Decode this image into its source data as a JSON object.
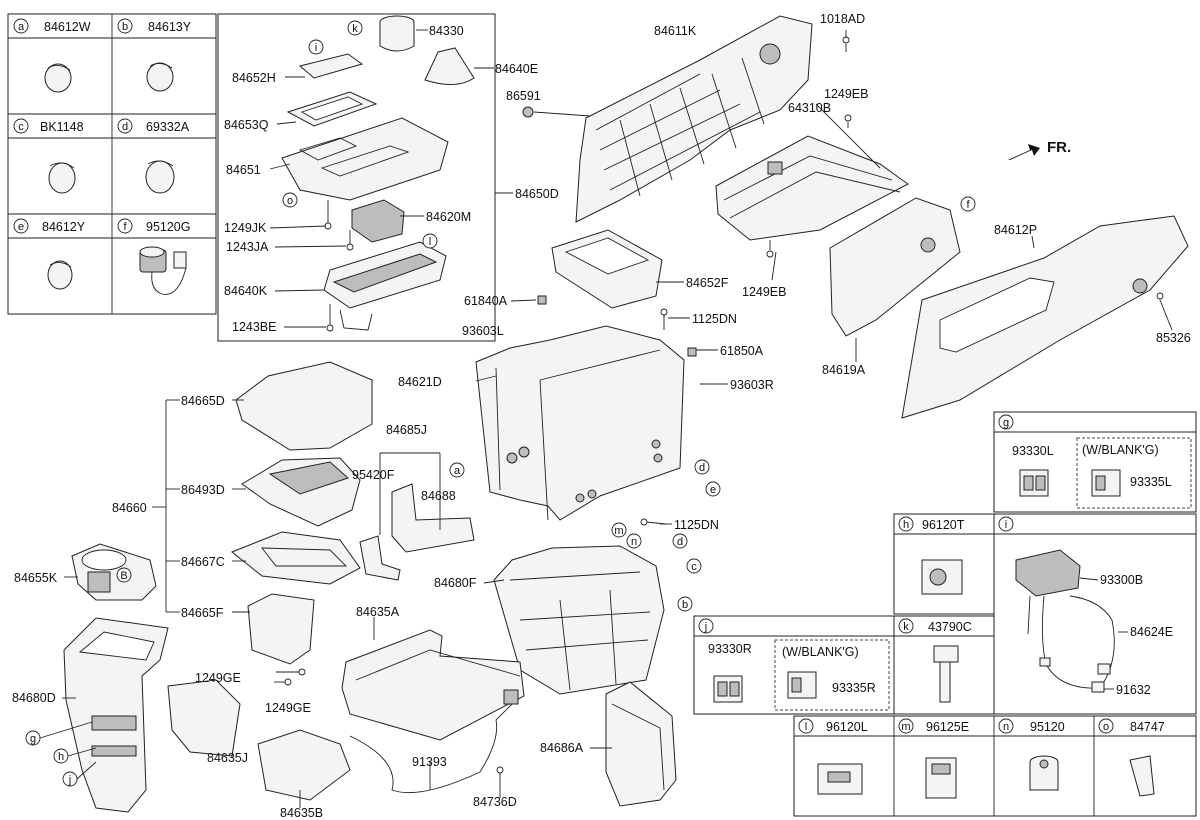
{
  "diagram": {
    "front_label": "FR.",
    "part_labels": {
      "p84330": "84330",
      "p84640E": "84640E",
      "p86591": "86591",
      "p84611K": "84611K",
      "p1018AD": "1018AD",
      "p1249EB_top": "1249EB",
      "p64310B": "64310B",
      "p1249EB_bot": "1249EB",
      "p84612P": "84612P",
      "p85326": "85326",
      "p84619A": "84619A",
      "p84652H": "84652H",
      "p84653Q": "84653Q",
      "p84651": "84651",
      "p84650D": "84650D",
      "p1249JK": "1249JK",
      "p1243JA": "1243JA",
      "p84620M": "84620M",
      "p84640K": "84640K",
      "p1243BE": "1243BE",
      "p84652F": "84652F",
      "p61840A": "61840A",
      "p1125DN_top": "1125DN",
      "p93603L": "93603L",
      "p61850A": "61850A",
      "p84621D": "84621D",
      "p93603R": "93603R",
      "p84665D": "84665D",
      "p84685J": "84685J",
      "p95420F": "95420F",
      "p84688": "84688",
      "p86493D": "86493D",
      "p84660": "84660",
      "p84667C": "84667C",
      "p84655K": "84655K",
      "p84665F": "84665F",
      "p1125DN_mid": "1125DN",
      "p84680F": "84680F",
      "p84635A": "84635A",
      "p1249GE_a": "1249GE",
      "p1249GE_b": "1249GE",
      "p84680D": "84680D",
      "p84635J": "84635J",
      "p84635B": "84635B",
      "p91393": "91393",
      "p84736D": "84736D",
      "p84686A": "84686A"
    },
    "callouts": {
      "a": "a",
      "b": "b",
      "c": "c",
      "d": "d",
      "e": "e",
      "f": "f",
      "g": "g",
      "h": "h",
      "i": "i",
      "j": "j",
      "k": "k",
      "l": "l",
      "m": "m",
      "n": "n",
      "o": "o",
      "B": "B"
    },
    "legend_left": [
      {
        "letter": "a",
        "code": "84612W"
      },
      {
        "letter": "b",
        "code": "84613Y"
      },
      {
        "letter": "c",
        "code": "BK1148"
      },
      {
        "letter": "d",
        "code": "69332A"
      },
      {
        "letter": "e",
        "code": "84612Y"
      },
      {
        "letter": "f",
        "code": "95120G"
      }
    ],
    "legend_g": {
      "letter": "g",
      "code": "93330L",
      "variant": "(W/BLANK'G)",
      "variant_code": "93335L"
    },
    "legend_h": {
      "letter": "h",
      "code": "96120T"
    },
    "legend_i": {
      "letter": "i",
      "code": "93300B",
      "code2": "84624E",
      "code3": "91632"
    },
    "legend_j": {
      "letter": "j",
      "code": "93330R",
      "variant": "(W/BLANK'G)",
      "variant_code": "93335R"
    },
    "legend_k": {
      "letter": "k",
      "code": "43790C"
    },
    "legend_bottom": [
      {
        "letter": "l",
        "code": "96120L"
      },
      {
        "letter": "m",
        "code": "96125E"
      },
      {
        "letter": "n",
        "code": "95120"
      },
      {
        "letter": "o",
        "code": "84747"
      }
    ]
  }
}
